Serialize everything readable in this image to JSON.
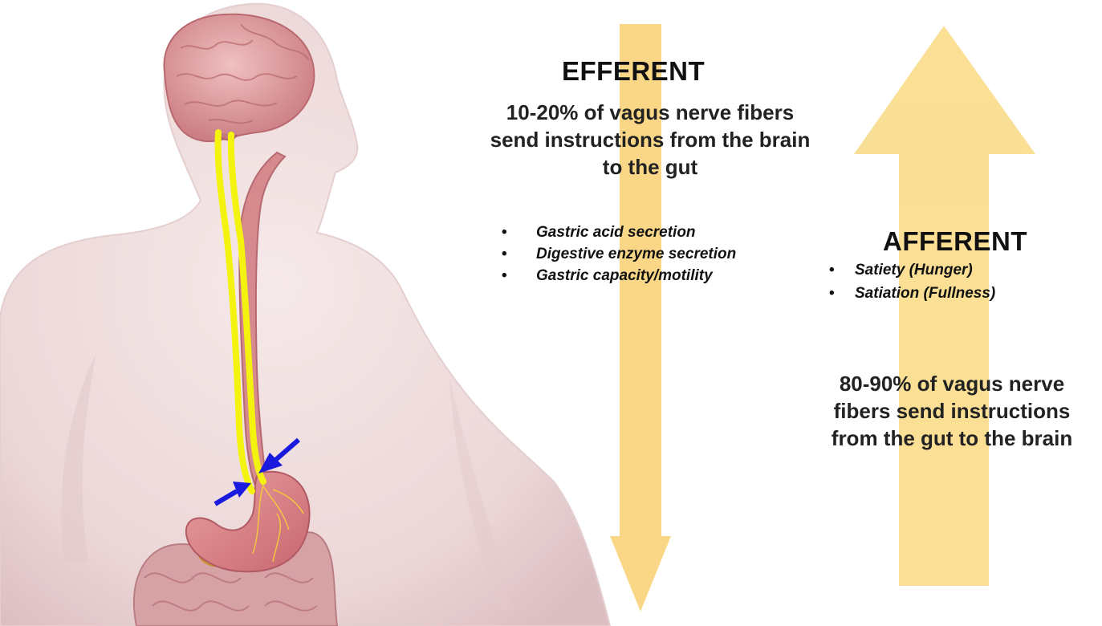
{
  "efferent": {
    "title": "EFFERENT",
    "description": "10-20% of vagus nerve fibers send instructions from the brain to the gut",
    "effects": [
      "Gastric acid secretion",
      "Digestive enzyme secretion",
      "Gastric capacity/motility"
    ]
  },
  "afferent": {
    "title": "AFFERENT",
    "effects": [
      "Satiety (Hunger)",
      "Satiation (Fullness)"
    ],
    "description": "80-90% of vagus nerve fibers send instructions from the gut to the brain"
  },
  "colors": {
    "arrow": "#f9dc8a",
    "efferent_arrow": "#fad37a",
    "nerve": "#f4f20f",
    "pointer_arrows": "#1a1adf",
    "skin": "#efdcdc",
    "organ": "#d98a8c",
    "brain": "#e3a4a6"
  },
  "icons": {
    "efferent_arrow": "down-arrow",
    "afferent_arrow": "up-arrow",
    "pointer": "arrow"
  }
}
